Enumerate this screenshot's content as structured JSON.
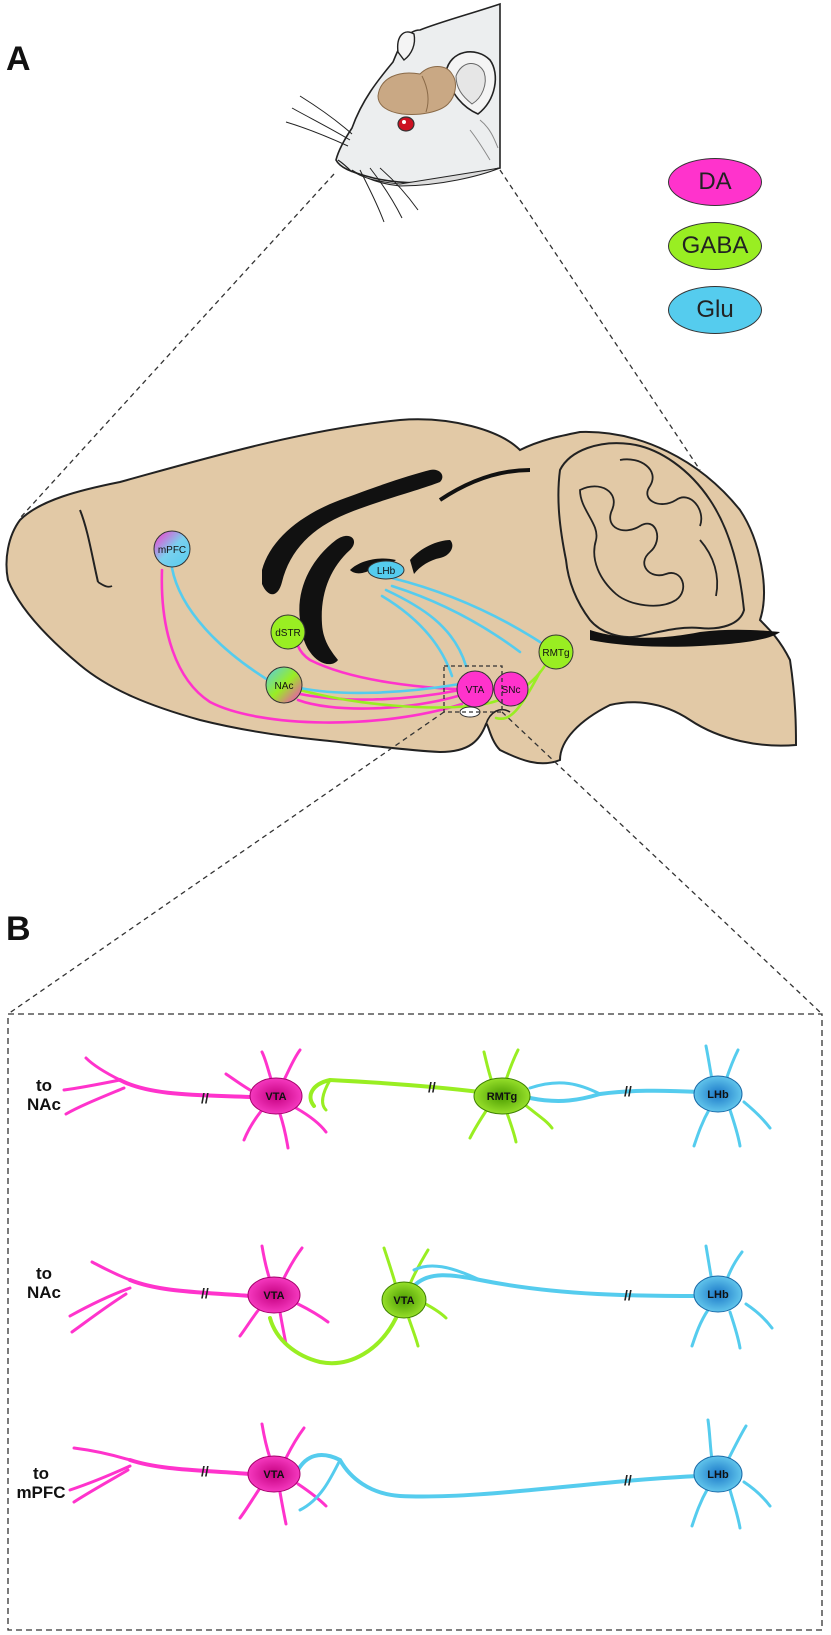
{
  "panels": {
    "a": "A",
    "b": "B"
  },
  "legend": [
    {
      "label": "DA",
      "color": "#ff33cc"
    },
    {
      "label": "GABA",
      "color": "#99ee22"
    },
    {
      "label": "Glu",
      "color": "#55ccee"
    }
  ],
  "regions": {
    "mpfc": "mPFC",
    "nac": "NAc",
    "dstr": "dSTR",
    "lhb": "LHb",
    "rmtg": "RMTg",
    "vta": "VTA",
    "snc": "SNc"
  },
  "circuits": [
    {
      "target_line1": "to",
      "target_line2": "NAc",
      "da": "VTA",
      "gaba": "RMTg",
      "glu": "LHb"
    },
    {
      "target_line1": "to",
      "target_line2": "NAc",
      "da": "VTA",
      "gaba": "VTA",
      "glu": "LHb"
    },
    {
      "target_line1": "to",
      "target_line2": "mPFC",
      "da": "VTA",
      "glu": "LHb"
    }
  ],
  "colors": {
    "da": "#ff33cc",
    "gaba": "#99ee22",
    "glu": "#55ccee",
    "brain": "#e2c9a6",
    "mouse_brain": "#c9a884"
  }
}
